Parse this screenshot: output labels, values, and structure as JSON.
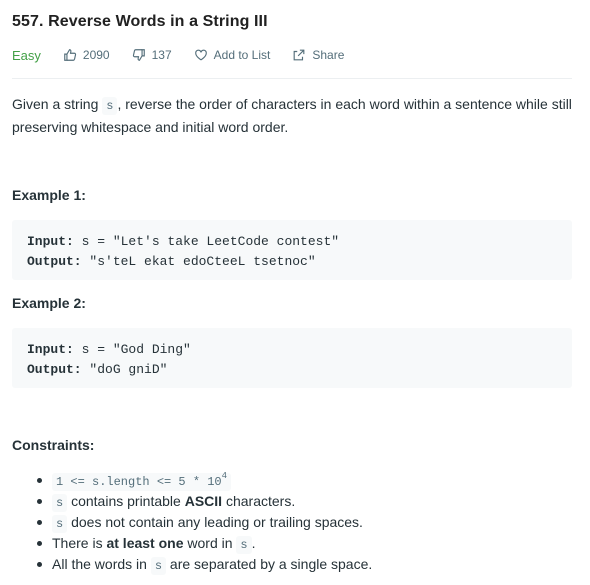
{
  "problem": {
    "title": "557. Reverse Words in a String III",
    "difficulty": "Easy",
    "likes": "2090",
    "dislikes": "137",
    "add_to_list": "Add to List",
    "share": "Share"
  },
  "description": {
    "part1": "Given a string ",
    "code1": "s",
    "part2": ", reverse the order of characters in each word within a sentence while still preserving whitespace and initial word order."
  },
  "examples": [
    {
      "title": "Example 1:",
      "input_label": "Input:",
      "input_value": " s = \"Let's take LeetCode contest\"",
      "output_label": "Output:",
      "output_value": " \"s'teL ekat edoCteeL tsetnoc\""
    },
    {
      "title": "Example 2:",
      "input_label": "Input:",
      "input_value": " s = \"God Ding\"",
      "output_label": "Output:",
      "output_value": " \"doG gniD\""
    }
  ],
  "constraints": {
    "title": "Constraints:",
    "c1_code": "1 <= s.length <= 5 * 10",
    "c1_sup": "4",
    "c2_code": "s",
    "c2_text_a": " contains printable ",
    "c2_bold": "ASCII",
    "c2_text_b": " characters.",
    "c3_code": "s",
    "c3_text": " does not contain any leading or trailing spaces.",
    "c4_text_a": "There is ",
    "c4_bold": "at least one",
    "c4_text_b": " word in ",
    "c4_code": "s",
    "c4_text_c": ".",
    "c5_text_a": "All the words in ",
    "c5_code": "s",
    "c5_text_b": " are separated by a single space."
  },
  "colors": {
    "easy": "#43a047",
    "code_bg": "#f7f9fa",
    "meta_text": "#546e7a"
  },
  "icons": [
    "thumbs-up-icon",
    "thumbs-down-icon",
    "heart-icon",
    "share-icon"
  ]
}
